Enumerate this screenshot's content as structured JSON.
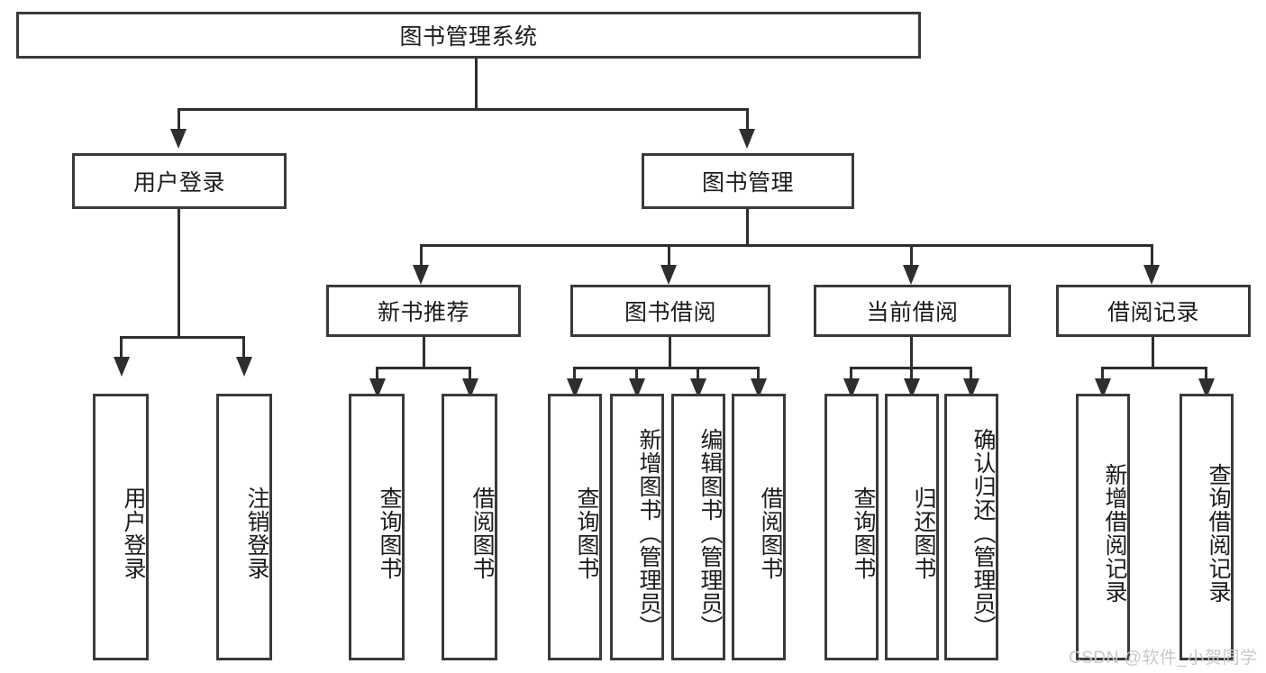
{
  "diagram": {
    "type": "hierarchy-tree",
    "title_node": {
      "label": "图书管理系统"
    },
    "level2": [
      {
        "id": "user-login",
        "label": "用户登录"
      },
      {
        "id": "book-management",
        "label": "图书管理"
      }
    ],
    "level3": [
      {
        "id": "new-book-recommend",
        "label": "新书推荐"
      },
      {
        "id": "book-borrow",
        "label": "图书借阅"
      },
      {
        "id": "current-borrow",
        "label": "当前借阅"
      },
      {
        "id": "borrow-record",
        "label": "借阅记录"
      }
    ],
    "leaves": {
      "user_login": [
        {
          "id": "leaf-user-login",
          "label": "用户登录"
        },
        {
          "id": "leaf-logout",
          "label": "注销登录"
        }
      ],
      "new_book_recommend": [
        {
          "id": "leaf-query-book-1",
          "label": "查询图书"
        },
        {
          "id": "leaf-borrow-book-1",
          "label": "借阅图书"
        }
      ],
      "book_borrow": [
        {
          "id": "leaf-query-book-2",
          "label": "查询图书"
        },
        {
          "id": "leaf-add-book",
          "label": "新增图书（管理员）"
        },
        {
          "id": "leaf-edit-book",
          "label": "编辑图书（管理员）"
        },
        {
          "id": "leaf-borrow-book-2",
          "label": "借阅图书"
        }
      ],
      "current_borrow": [
        {
          "id": "leaf-query-book-3",
          "label": "查询图书"
        },
        {
          "id": "leaf-return-book",
          "label": "归还图书"
        },
        {
          "id": "leaf-confirm-return",
          "label": "确认归还（管理员）"
        }
      ],
      "borrow_record": [
        {
          "id": "leaf-add-record",
          "label": "新增借阅记录"
        },
        {
          "id": "leaf-query-record",
          "label": "查询借阅记录"
        }
      ]
    }
  },
  "watermark": {
    "text": "CSDN @软件_小贺同学"
  },
  "colors": {
    "border": "#3a3a3a",
    "line": "#2e2e2e",
    "text": "#1b1b1b",
    "background": "#ffffff",
    "watermark": "#c9c9c9"
  }
}
